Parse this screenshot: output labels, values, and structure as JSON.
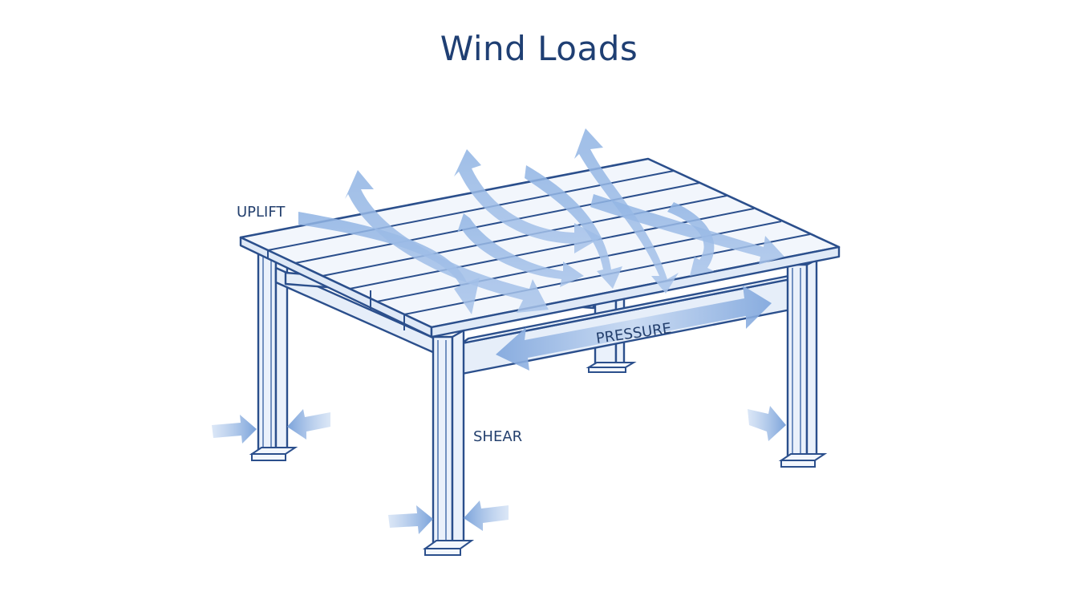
{
  "title": "Wind Loads",
  "labels": {
    "uplift": "UPLIFT",
    "pressure": "PRESSURE",
    "shear": "SHEAR"
  },
  "colors": {
    "title": "#1f3f73",
    "line": "#2b4f8c",
    "arrow": "#7fa6dc",
    "fill": "#eaf1fb"
  }
}
